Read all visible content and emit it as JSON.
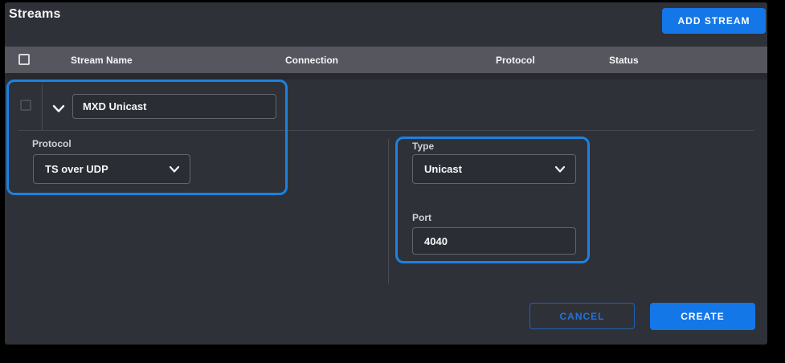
{
  "page": {
    "title": "Streams"
  },
  "toolbar": {
    "add_stream_label": "ADD STREAM"
  },
  "table": {
    "headers": [
      "Stream Name",
      "Connection",
      "Protocol",
      "Status"
    ]
  },
  "stream_row": {
    "name_value": "MXD Unicast",
    "protocol_label": "Protocol",
    "protocol_value": "TS over UDP"
  },
  "settings_form": {
    "type_label": "Type",
    "type_value": "Unicast",
    "port_label": "Port",
    "port_value": "4040"
  },
  "footer": {
    "cancel_label": "CANCEL",
    "create_label": "CREATE"
  },
  "icons": {
    "expand_row": "chevron-down-icon",
    "protocol_dropdown": "chevron-down-icon",
    "type_dropdown": "chevron-down-icon"
  },
  "colors": {
    "accent_blue": "#1477e8",
    "highlight_outline_blue": "#1b82e2",
    "panel_background": "#2f3138",
    "table_header_background": "#55565e",
    "cancel_text_blue": "#2173dc"
  }
}
